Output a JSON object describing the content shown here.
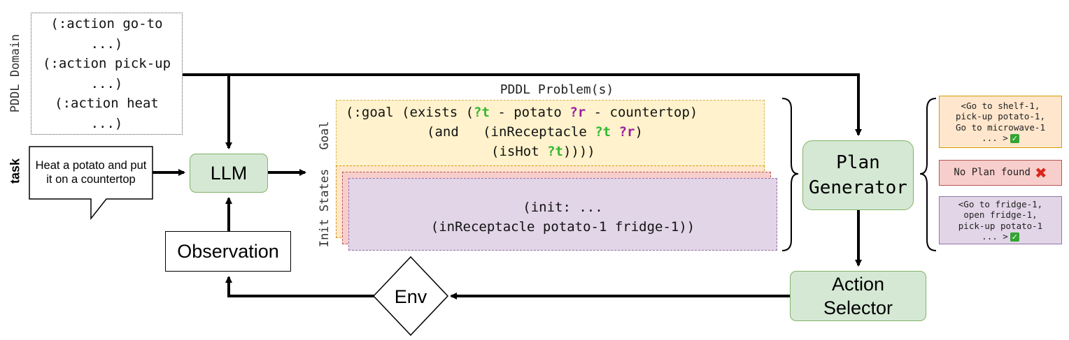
{
  "domain": {
    "label": "PDDL Domain",
    "lines": [
      "(:action go-to",
      "...)",
      "(:action pick-up",
      "...)",
      "(:action heat",
      "...)"
    ]
  },
  "task": {
    "label": "task",
    "text": "Heat a potato and put it on a countertop"
  },
  "nodes": {
    "llm": "LLM",
    "observation": "Observation",
    "env": "Env",
    "plan_generator": [
      "Plan",
      "Generator"
    ],
    "action_selector": [
      "Action",
      "Selector"
    ]
  },
  "problem": {
    "title": "PDDL Problem(s)",
    "goal_label": "Goal",
    "init_label": "Init States",
    "goal": {
      "l1_a": "(:goal (exists (",
      "v_t": "?t",
      "l1_b": " - potato ",
      "v_r": "?r",
      "l1_c": " - countertop)",
      "l2_a": "(and   (inReceptacle ",
      "l2_t": "?t",
      "l2_sp": " ",
      "l2_r": "?r",
      "l2_b": ")",
      "l3_a": "(isHot ",
      "l3_t": "?t",
      "l3_b": "))))"
    },
    "init_lines": [
      "(init: ...",
      "(inReceptacle potato-1 fridge-1))"
    ]
  },
  "plans": [
    {
      "lines": [
        "<Go to shelf-1,",
        "pick-up potato-1,",
        "Go to microwave-1",
        "... >"
      ],
      "status": "check-icon"
    },
    {
      "lines": [
        "No Plan found"
      ],
      "status": "cross-icon"
    },
    {
      "lines": [
        "<Go to fridge-1,",
        "open fridge-1,",
        "pick-up potato-1",
        "... >"
      ],
      "status": "check-icon"
    }
  ]
}
